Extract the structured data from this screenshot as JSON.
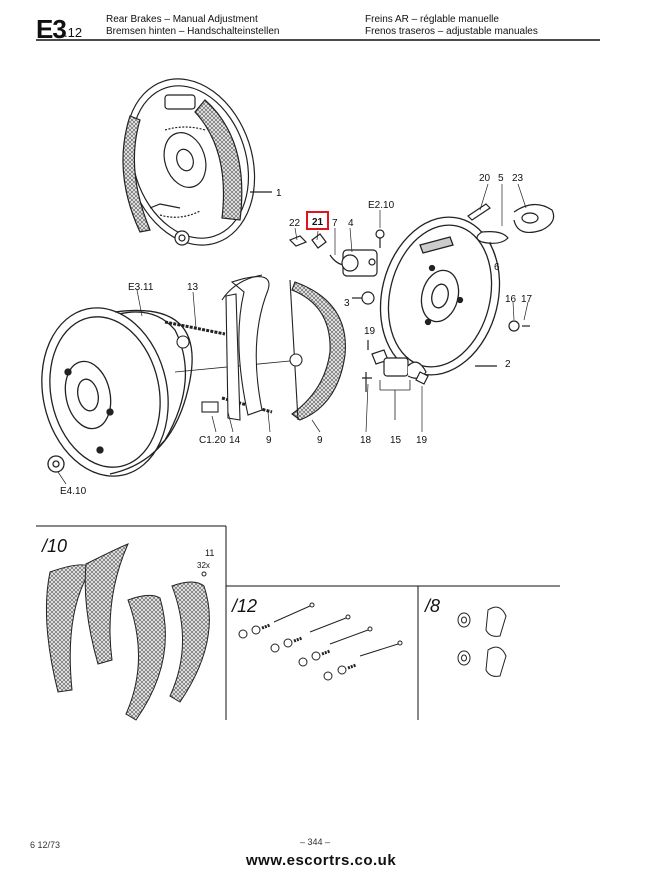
{
  "header": {
    "section_main": "E3",
    "section_sub": ".12",
    "en": "Rear Brakes – Manual Adjustment",
    "de": "Bremsen hinten – Handschalteinstellen",
    "fr": "Freins AR – réglable manuelle",
    "es": "Frenos traseros – adjustable manuales"
  },
  "callouts": {
    "c1": "1",
    "c2": "2",
    "c3": "3",
    "c4": "4",
    "c5": "5",
    "c6": "6",
    "c7": "7",
    "c9a": "9",
    "c9b": "9",
    "c13": "13",
    "c14": "14",
    "c15": "15",
    "c16": "16",
    "c17": "17",
    "c18": "18",
    "c19a": "19",
    "c19b": "19",
    "c20": "20",
    "c21": "21",
    "c22": "22",
    "c23": "23",
    "e210": "E2.10",
    "e311": "E3.11",
    "c120": "C1.20",
    "e410": "E4.10"
  },
  "kits": {
    "k10": "/10",
    "k12": "/12",
    "k8": "/8",
    "n11": "11",
    "n32x": "32x"
  },
  "highlight": {
    "label": "21",
    "color": "#e0141e"
  },
  "footer": {
    "date": "6 12/73",
    "page": "– 344 –",
    "url": "www.escortrs.co.uk"
  }
}
